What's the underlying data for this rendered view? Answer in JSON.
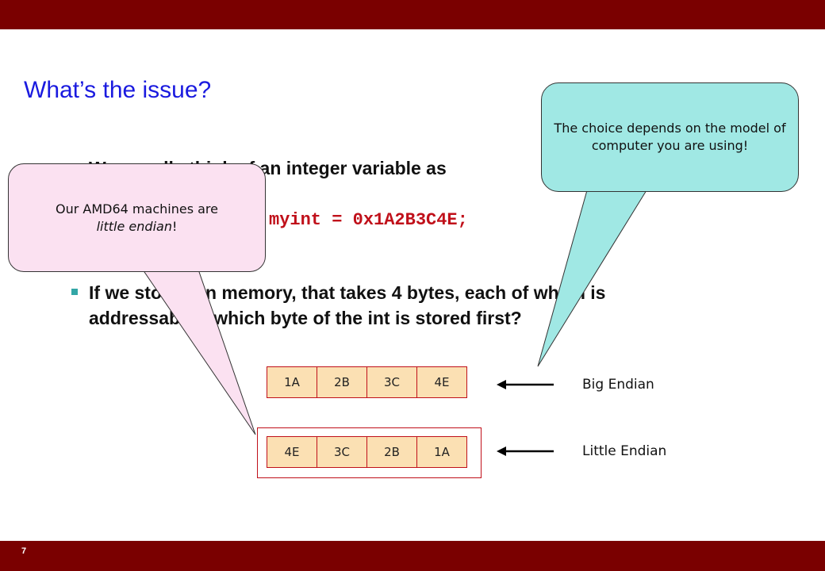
{
  "slide": {
    "title": "What’s the issue?",
    "page_number": "7"
  },
  "bullets": [
    {
      "text": "We usually think of an integer variable as"
    },
    {
      "text_line1": "If we store it in memory, that takes 4 bytes, each of which is",
      "text_line2": "addressable…which byte of the int is stored first?"
    }
  ],
  "code_line": "myint = 0x1A2B3C4E;",
  "big_endian": {
    "label": "Big Endian",
    "bytes": [
      "1A",
      "2B",
      "3C",
      "4E"
    ]
  },
  "little_endian": {
    "label": "Little Endian",
    "bytes": [
      "4E",
      "3C",
      "2B",
      "1A"
    ]
  },
  "callouts": {
    "left": {
      "line1": "Our AMD64 machines are",
      "italic": "little endian",
      "suffix": "!"
    },
    "right": {
      "text": "The choice depends on the model of computer you are using!"
    }
  },
  "colors": {
    "bar": "#7a0000",
    "title": "#1a1adf",
    "code": "#c0101a",
    "cell_fill": "#fbe0b3",
    "callout_left": "#fbe1f1",
    "callout_right": "#a0e8e4"
  }
}
